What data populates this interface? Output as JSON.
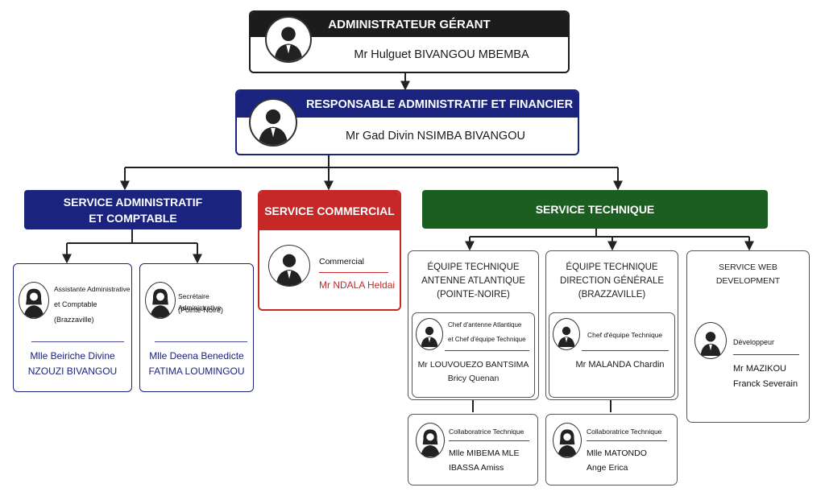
{
  "colors": {
    "black": "#1c1c1c",
    "navy": "#1a237e",
    "red": "#c62828",
    "green": "#1b5e20"
  },
  "top": {
    "title": "ADMINISTRATEUR GÉRANT",
    "name": "Mr Hulguet BIVANGOU MBEMBA",
    "icon": "man-avatar-icon"
  },
  "raf": {
    "title": "RESPONSABLE ADMINISTRATIF ET FINANCIER",
    "name": "Mr Gad Divin NSIMBA BIVANGOU",
    "icon": "man-avatar-icon"
  },
  "services": {
    "admin": {
      "title_line1": "SERVICE ADMINISTRATIF",
      "title_line2": "ET COMPTABLE"
    },
    "commercial": {
      "title": "SERVICE COMMERCIAL"
    },
    "technique": {
      "title": "SERVICE TECHNIQUE"
    }
  },
  "admin_staff": [
    {
      "role_line1": "Assistante Administrative",
      "role_line2": "et Comptable",
      "role_line3": "(Brazzaville)",
      "name_line1": "Mlle Beiriche Divine",
      "name_line2": "NZOUZI BIVANGOU",
      "icon": "woman-avatar-icon"
    },
    {
      "role_line1": "Secrétaire Administrative",
      "role_line2": "(Pointe-Noire)",
      "name_line1": "Mlle Deena Benedicte",
      "name_line2": "FATIMA LOUMINGOU",
      "icon": "woman-avatar-icon"
    }
  ],
  "commercial_staff": {
    "role": "Commercial",
    "name": "Mr NDALA Heldai",
    "icon": "man-avatar-icon"
  },
  "teams": [
    {
      "title_line1": "ÉQUIPE TECHNIQUE",
      "title_line2": "ANTENNE ATLANTIQUE",
      "title_line3": "(POINTE-NOIRE)",
      "lead": {
        "role_line1": "Chef d'antenne Atlantique",
        "role_line2": "et Chef d'équipe Technique",
        "name_line1": "Mr LOUVOUEZO BANTSIMA",
        "name_line2": "Bricy Quenan",
        "icon": "man-avatar-icon"
      },
      "collab": {
        "role": "Collaboratrice Technique",
        "name_line1": "Mlle MIBEMA MLE",
        "name_line2": "IBASSA Amiss",
        "icon": "woman-avatar-icon"
      }
    },
    {
      "title_line1": "ÉQUIPE TECHNIQUE",
      "title_line2": "DIRECTION GÉNÉRALE",
      "title_line3": "(BRAZZAVILLE)",
      "lead": {
        "role_line1": "Chef d'équipe Technique",
        "name_line1": "Mr MALANDA Chardin",
        "icon": "man-avatar-icon"
      },
      "collab": {
        "role": "Collaboratrice Technique",
        "name_line1": "Mlle MATONDO",
        "name_line2": "Ange Erica",
        "icon": "woman-avatar-icon"
      }
    }
  ],
  "web": {
    "title": "SERVICE WEB DEVELOPMENT",
    "role": "Développeur",
    "name_line1": "Mr MAZIKOU",
    "name_line2": "Franck Severain",
    "icon": "man-avatar-icon"
  }
}
